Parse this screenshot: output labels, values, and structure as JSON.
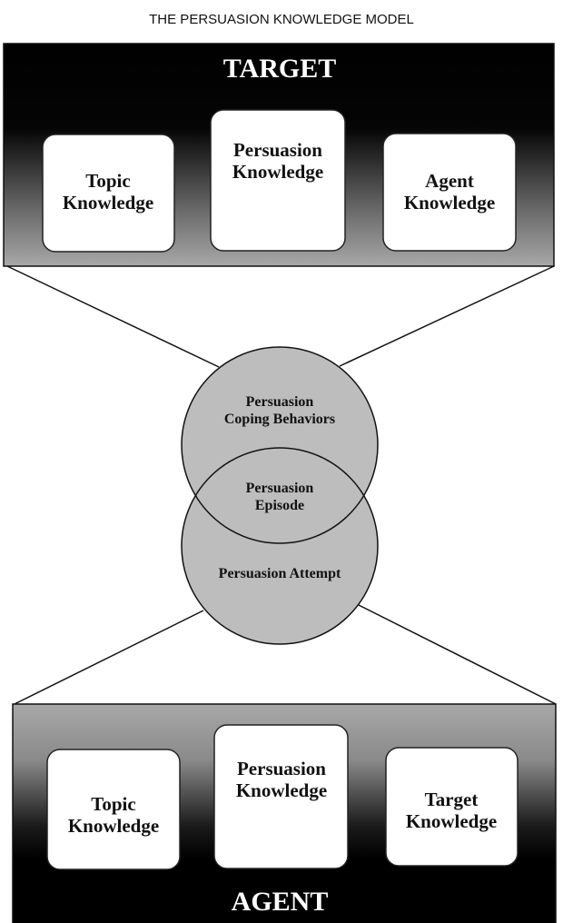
{
  "title": "THE PERSUASION KNOWLEDGE MODEL",
  "target_panel": {
    "label": "TARGET",
    "boxes": [
      {
        "line1": "Topic",
        "line2": "Knowledge"
      },
      {
        "line1": "Persuasion",
        "line2": "Knowledge"
      },
      {
        "line1": "Agent",
        "line2": "Knowledge"
      }
    ]
  },
  "circles": {
    "upper": {
      "line1": "Persuasion",
      "line2": "Coping Behaviors"
    },
    "overlap": {
      "line1": "Persuasion",
      "line2": "Episode"
    },
    "lower": {
      "line1": "Persuasion Attempt"
    }
  },
  "agent_panel": {
    "label": "AGENT",
    "boxes": [
      {
        "line1": "Topic",
        "line2": "Knowledge"
      },
      {
        "line1": "Persuasion",
        "line2": "Knowledge"
      },
      {
        "line1": "Target",
        "line2": "Knowledge"
      }
    ]
  },
  "colors": {
    "panel_dark": "#000000",
    "panel_light": "#9a9a9a",
    "circle_fill": "#bdbdbd"
  }
}
